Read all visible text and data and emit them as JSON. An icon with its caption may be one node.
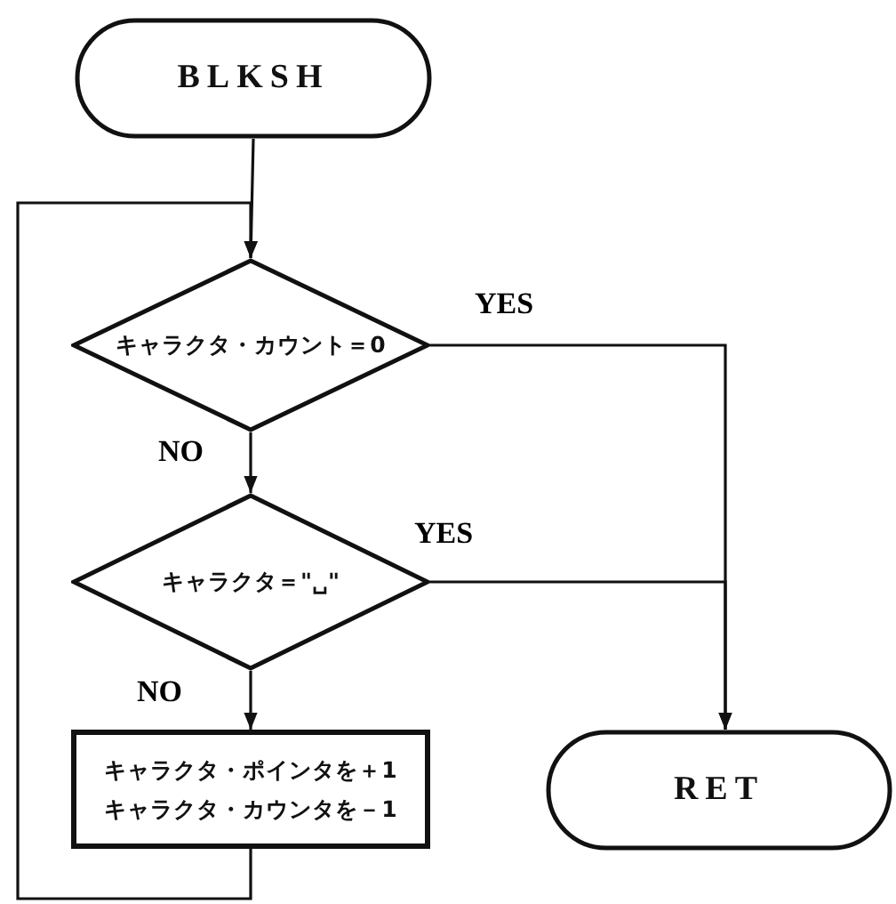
{
  "diagram": {
    "nodes": [
      {
        "text": [
          "BLKSH"
        ]
      },
      {
        "text": [
          "キャラクタ・カウント＝0"
        ]
      },
      {
        "text": [
          "キャラクタ＝\"␣\""
        ]
      },
      {
        "text": [
          "キャラクタ・ポインタを＋1",
          "キャラクタ・カウンタを－1"
        ]
      },
      {
        "text": [
          "RET"
        ]
      }
    ],
    "edges": [
      {
        "from": 0,
        "to": 1,
        "arrow": "to"
      },
      {
        "from": 1,
        "to": 4,
        "arrow": "to",
        "label": "YES"
      },
      {
        "from": 1,
        "to": 2,
        "arrow": "to",
        "label": "NO"
      },
      {
        "from": 2,
        "to": 4,
        "arrow": "to",
        "label": "YES"
      },
      {
        "from": 2,
        "to": 3,
        "arrow": "to",
        "label": "NO"
      },
      {
        "from": 3,
        "to": 1,
        "arrow": "to"
      }
    ]
  }
}
